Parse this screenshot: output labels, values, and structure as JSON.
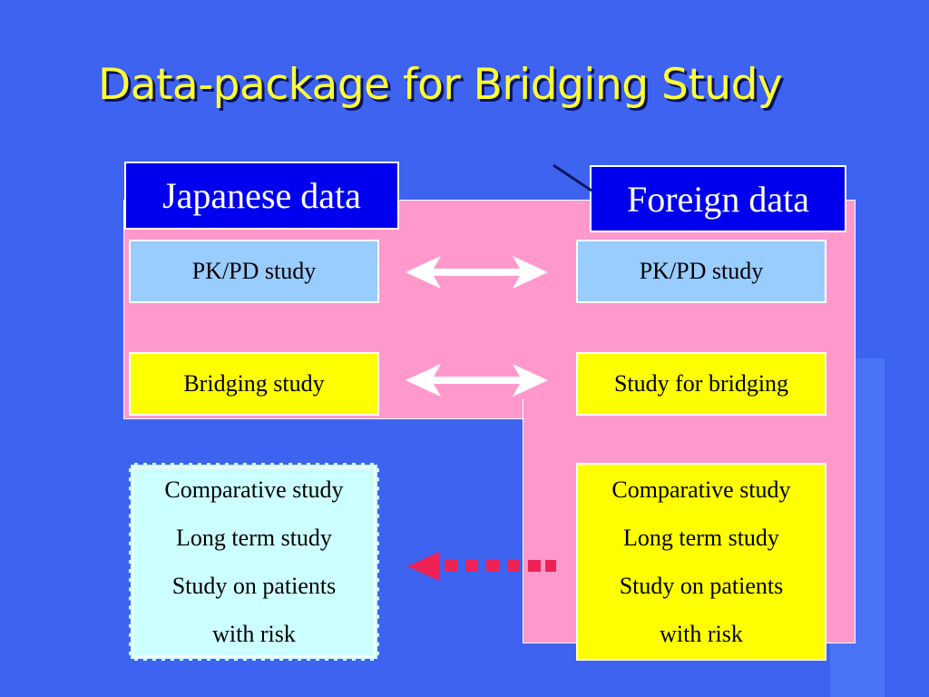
{
  "title": "Data-package for Bridging Study",
  "headers": {
    "japanese": "Japanese data",
    "foreign": "Foreign data"
  },
  "japanese_column": {
    "pkpd": "PK/PD study",
    "bridging": "Bridging study",
    "clinical": [
      "Comparative study",
      "Long term study",
      "Study on patients",
      "with risk"
    ]
  },
  "foreign_column": {
    "pkpd": "PK/PD study",
    "bridging": "Study for bridging",
    "clinical": [
      "Comparative study",
      "Long term study",
      "Study on patients",
      "with risk"
    ]
  },
  "colors": {
    "background": "#3d63f0",
    "title": "#ffff33",
    "pink_region": "#ff99cc",
    "header": "#0000ee",
    "pkpd_box": "#99ccff",
    "bridging_box": "#ffff00",
    "extrapolated_box": "#ccffff",
    "dotted_arrow": "#ee2255"
  }
}
